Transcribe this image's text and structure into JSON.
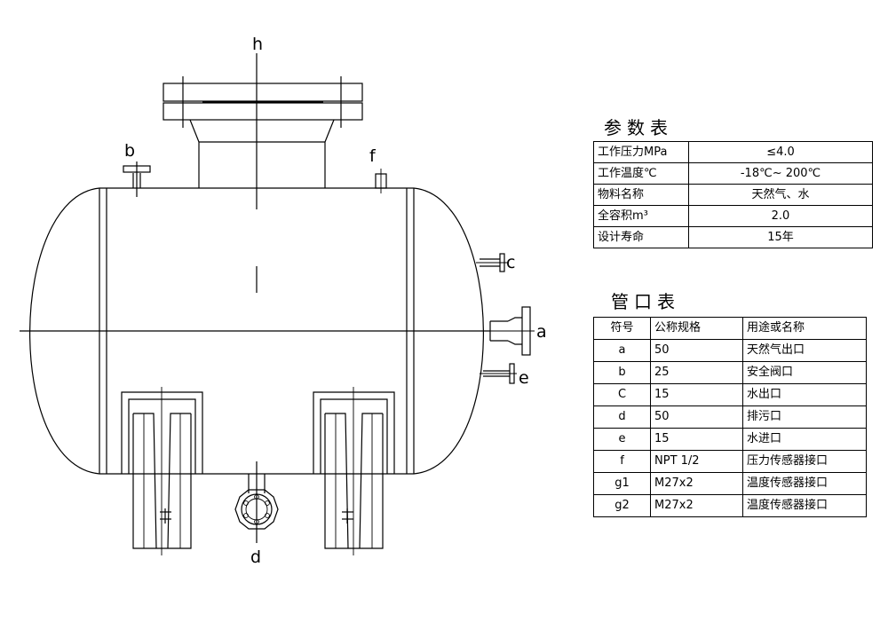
{
  "labels": {
    "h": "h",
    "b": "b",
    "f": "f",
    "c": "c",
    "a": "a",
    "e": "e",
    "d": "d"
  },
  "param_table": {
    "title": "参数表",
    "rows": [
      {
        "name": "工作压力MPa",
        "value": "≤4.0"
      },
      {
        "name": "工作温度℃",
        "value": "-18℃~ 200℃"
      },
      {
        "name": "物料名称",
        "value": "天然气、水"
      },
      {
        "name": "全容积m³",
        "value": "2.0"
      },
      {
        "name": "设计寿命",
        "value": "15年"
      }
    ]
  },
  "nozzle_table": {
    "title": "管口表",
    "headers": [
      "符号",
      "公称规格",
      "用途或名称"
    ],
    "rows": [
      {
        "symbol": "a",
        "spec": "50",
        "use": "天然气出口"
      },
      {
        "symbol": "b",
        "spec": "25",
        "use": "安全阀口"
      },
      {
        "symbol": "C",
        "spec": "15",
        "use": "水出口"
      },
      {
        "symbol": "d",
        "spec": "50",
        "use": "排污口"
      },
      {
        "symbol": "e",
        "spec": "15",
        "use": "水进口"
      },
      {
        "symbol": "f",
        "spec": "NPT 1/2",
        "use": "压力传感器接口"
      },
      {
        "symbol": "g1",
        "spec": "M27x2",
        "use": "温度传感器接口"
      },
      {
        "symbol": "g2",
        "spec": "M27x2",
        "use": "温度传感器接口"
      }
    ]
  }
}
